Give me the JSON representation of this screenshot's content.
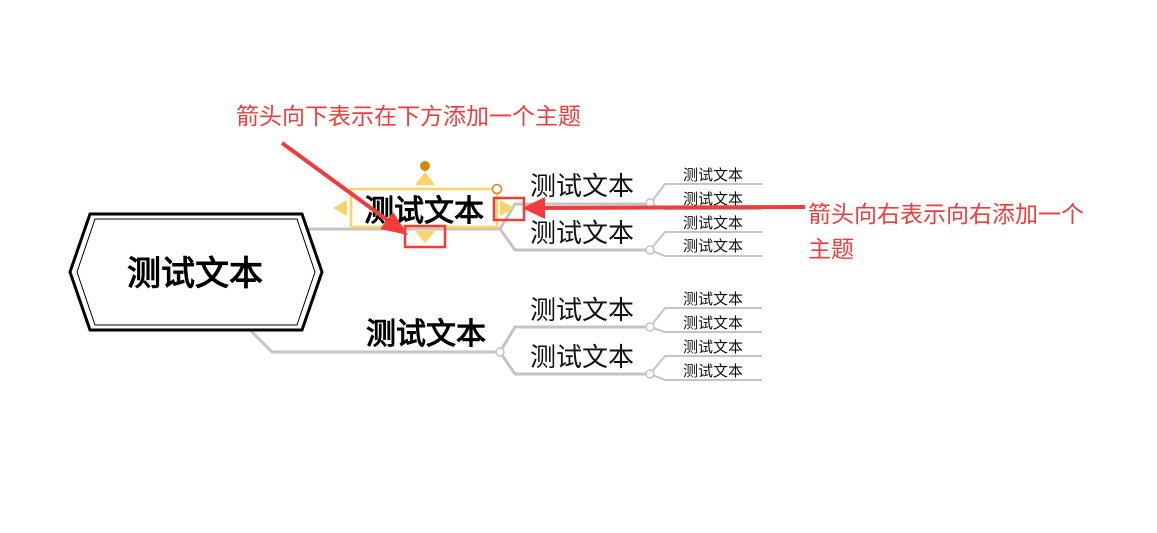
{
  "mindmap": {
    "root": {
      "label": "测试文本"
    },
    "branches": [
      {
        "label": "测试文本",
        "selected": true,
        "children": [
          {
            "label": "测试文本",
            "children": [
              {
                "label": "测试文本"
              },
              {
                "label": "测试文本"
              }
            ]
          },
          {
            "label": "测试文本",
            "children": [
              {
                "label": "测试文本"
              },
              {
                "label": "测试文本"
              }
            ]
          }
        ]
      },
      {
        "label": "测试文本",
        "selected": false,
        "children": [
          {
            "label": "测试文本",
            "children": [
              {
                "label": "测试文本"
              },
              {
                "label": "测试文本"
              }
            ]
          },
          {
            "label": "测试文本",
            "children": [
              {
                "label": "测试文本"
              },
              {
                "label": "测试文本"
              }
            ]
          }
        ]
      }
    ]
  },
  "annotations": {
    "down": "箭头向下表示在下方添加一个主题",
    "right_line1": "箭头向右表示向右添加一个",
    "right_line2": "主题"
  },
  "colors": {
    "annotation": "#f03c3c",
    "handle": "#fcd36b",
    "handle_dark": "#d4860b",
    "line": "#c4c4c4"
  }
}
